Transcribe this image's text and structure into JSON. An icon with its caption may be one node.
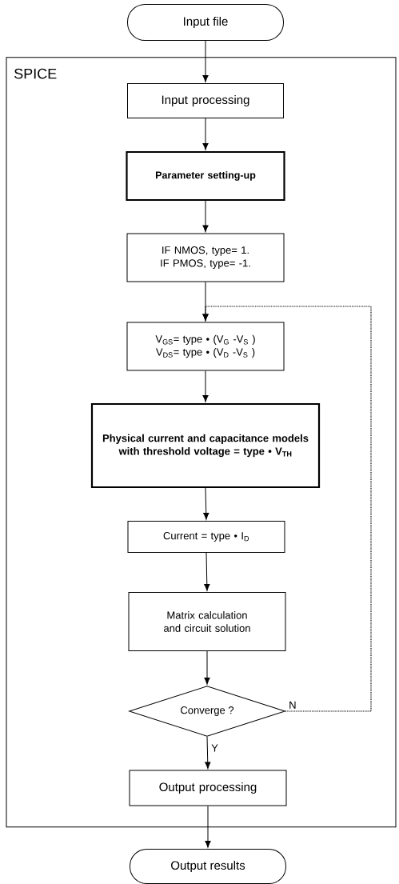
{
  "diagram": {
    "nodes": [
      {
        "text": [
          "Input file"
        ]
      },
      {
        "text": [
          "SPICE"
        ]
      },
      {
        "text": [
          "Input processing"
        ],
        "in": 1
      },
      {
        "text": [
          "Parameter setting-up"
        ],
        "in": 1
      },
      {
        "text": [
          "IF NMOS, type= 1. IF PMOS, type= -1."
        ],
        "in": 1
      },
      {
        "text": [
          "V$_{GS}$= type • (V$_{G}$ -V$_{S}$ )",
          "V$_{DS}$= type • (V$_{D}$ -V$_{S}$ )"
        ],
        "in": 1
      },
      {
        "text": [
          "Physical current and capacitance models with threshold voltage = type • V$_{TH}$"
        ],
        "in": 1
      },
      {
        "text": [
          "Current = type • I$_{D}$"
        ],
        "in": 1
      },
      {
        "text": [
          "Matrix calculation and circuit solution"
        ],
        "in": 1
      },
      {
        "text": [
          "Converge ?"
        ],
        "in": 1
      },
      {
        "text": [
          "Output processing"
        ],
        "in": 1
      },
      {
        "text": [
          "Output results"
        ]
      }
    ],
    "edges": [
      {
        "from": 0,
        "to": 2,
        "arrow": "to"
      },
      {
        "from": 2,
        "to": 3,
        "arrow": "to"
      },
      {
        "from": 3,
        "to": 4,
        "arrow": "to"
      },
      {
        "from": 4,
        "to": 5,
        "arrow": "to"
      },
      {
        "from": 5,
        "to": 6,
        "arrow": "to"
      },
      {
        "from": 6,
        "to": 7,
        "arrow": "to"
      },
      {
        "from": 7,
        "to": 8,
        "arrow": "to"
      },
      {
        "from": 8,
        "to": 9,
        "arrow": "to"
      },
      {
        "from": 9,
        "to": 10,
        "arrow": "to",
        "label": "Y"
      },
      {
        "from": 9,
        "to": 5,
        "arrow": "to",
        "label": "N",
        "style": "dashed"
      },
      {
        "from": 10,
        "to": 11,
        "arrow": "to"
      }
    ]
  }
}
